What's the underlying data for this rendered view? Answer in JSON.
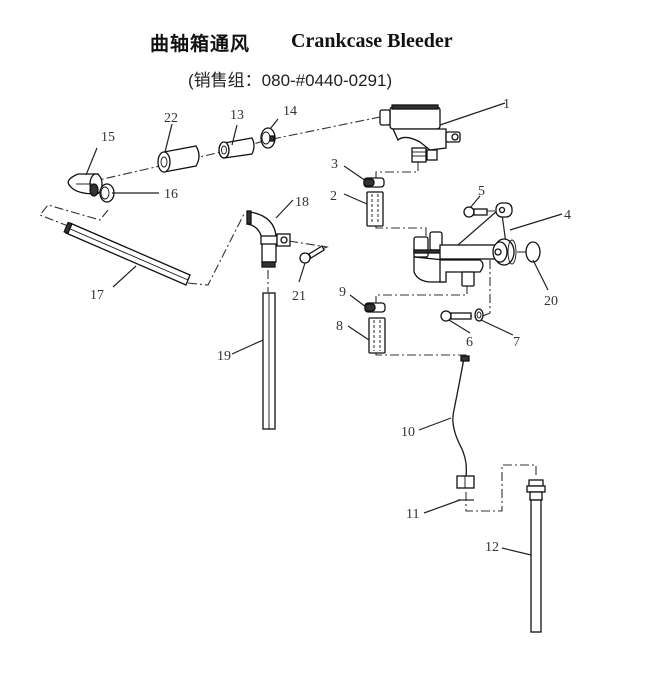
{
  "header": {
    "title_cn": "曲轴箱通风",
    "title_en": "Crankcase Bleeder",
    "subtitle": "(销售组：080-#0440-0291)"
  },
  "diagram": {
    "type": "exploded-parts-diagram",
    "callouts": [
      {
        "id": "1",
        "label": "1",
        "part": "breather-valve-assembly"
      },
      {
        "id": "2",
        "label": "2",
        "part": "hose"
      },
      {
        "id": "3",
        "label": "3",
        "part": "hose-clamp"
      },
      {
        "id": "4",
        "label": "4",
        "part": "bracket-pipe-assembly"
      },
      {
        "id": "5",
        "label": "5",
        "part": "bolt"
      },
      {
        "id": "6",
        "label": "6",
        "part": "bolt"
      },
      {
        "id": "7",
        "label": "7",
        "part": "washer"
      },
      {
        "id": "8",
        "label": "8",
        "part": "hose"
      },
      {
        "id": "9",
        "label": "9",
        "part": "hose-clamp"
      },
      {
        "id": "10",
        "label": "10",
        "part": "flexible-pipe"
      },
      {
        "id": "11",
        "label": "11",
        "part": "gasket"
      },
      {
        "id": "12",
        "label": "12",
        "part": "drain-tube"
      },
      {
        "id": "13",
        "label": "13",
        "part": "hose"
      },
      {
        "id": "14",
        "label": "14",
        "part": "hose-clamp"
      },
      {
        "id": "15",
        "label": "15",
        "part": "elbow-cap"
      },
      {
        "id": "16",
        "label": "16",
        "part": "hose-clamp"
      },
      {
        "id": "17",
        "label": "17",
        "part": "tube"
      },
      {
        "id": "18",
        "label": "18",
        "part": "elbow-fitting"
      },
      {
        "id": "19",
        "label": "19",
        "part": "tube"
      },
      {
        "id": "20",
        "label": "20",
        "part": "o-ring"
      },
      {
        "id": "21",
        "label": "21",
        "part": "bolt"
      },
      {
        "id": "22",
        "label": "22",
        "part": "hose"
      }
    ]
  }
}
